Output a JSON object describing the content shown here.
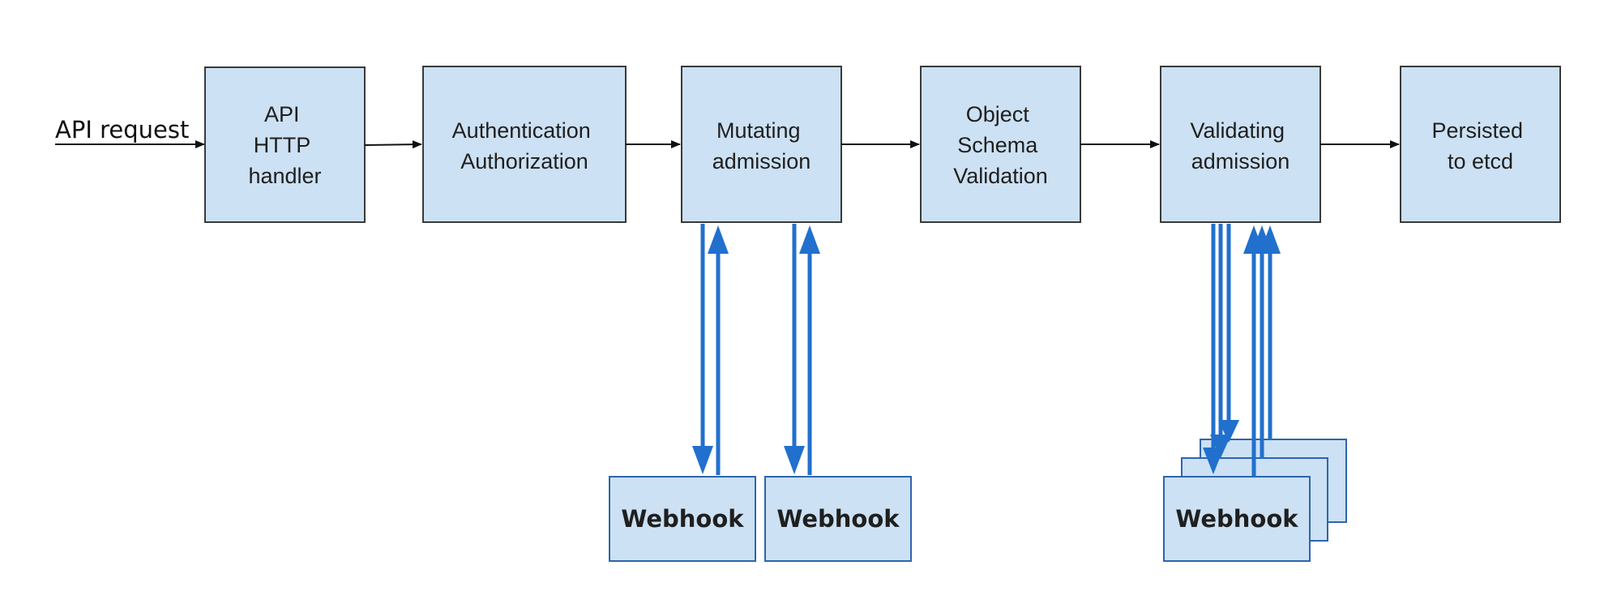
{
  "request_label": "API request",
  "stages": [
    {
      "id": "api-http-handler",
      "lines": [
        "API",
        "HTTP",
        "handler"
      ]
    },
    {
      "id": "authentication-authorization",
      "lines": [
        "Authentication",
        "Authorization"
      ]
    },
    {
      "id": "mutating-admission",
      "lines": [
        "Mutating",
        "admission"
      ]
    },
    {
      "id": "object-schema-validation",
      "lines": [
        "Object",
        "Schema",
        "Validation"
      ]
    },
    {
      "id": "validating-admission",
      "lines": [
        "Validating",
        "admission"
      ]
    },
    {
      "id": "persisted-to-etcd",
      "lines": [
        "Persisted",
        "to etcd"
      ]
    }
  ],
  "webhooks": [
    {
      "id": "mutating-webhook-1",
      "label": "Webhook"
    },
    {
      "id": "mutating-webhook-2",
      "label": "Webhook"
    },
    {
      "id": "validating-webhook",
      "label": "Webhook"
    }
  ],
  "colors": {
    "box_fill": "#cce1f3",
    "box_stroke": "#3a3a3a",
    "webhook_stroke": "#2e65ad",
    "webhook_arrow": "#2170cd",
    "flow_arrow": "#111111"
  }
}
